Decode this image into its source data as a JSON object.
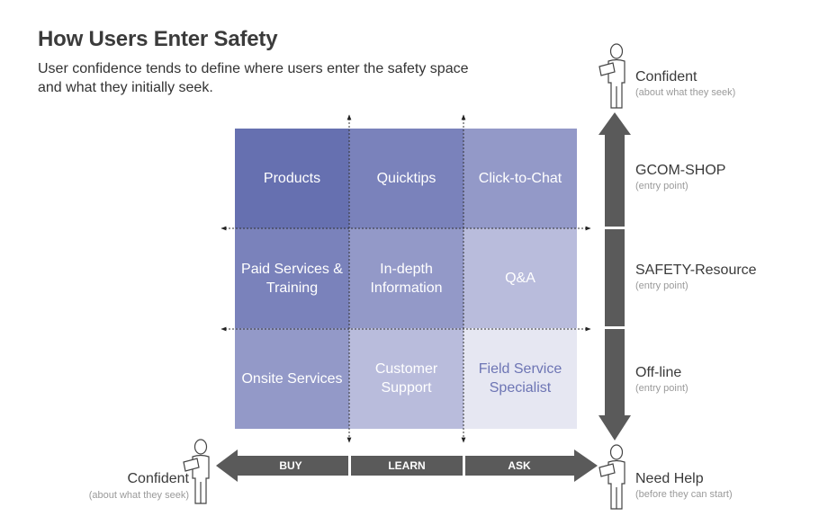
{
  "header": {
    "title": "How Users Enter Safety",
    "subtitle": "User confidence tends to define where users enter the safety space and what they initially seek."
  },
  "grid": {
    "cells": [
      {
        "label": "Products",
        "color": "#6670b0",
        "text_color": "#ffffff"
      },
      {
        "label": "Quicktips",
        "color": "#7a82bb",
        "text_color": "#ffffff"
      },
      {
        "label": "Click-to-Chat",
        "color": "#9399c8",
        "text_color": "#ffffff"
      },
      {
        "label": "Paid Services & Training",
        "color": "#7a82bb",
        "text_color": "#ffffff"
      },
      {
        "label": "In-depth Information",
        "color": "#9399c8",
        "text_color": "#ffffff"
      },
      {
        "label": "Q&A",
        "color": "#b9bcdc",
        "text_color": "#ffffff"
      },
      {
        "label": "Onsite Services",
        "color": "#9399c8",
        "text_color": "#ffffff"
      },
      {
        "label": "Customer Support",
        "color": "#b9bcdc",
        "text_color": "#ffffff"
      },
      {
        "label": "Field Service Specialist",
        "color": "#e6e7f2",
        "text_color": "#6d75b4"
      }
    ]
  },
  "horizontal_axis": {
    "segments": [
      "BUY",
      "LEARN",
      "ASK"
    ],
    "left_end": {
      "label": "Confident",
      "sub": "(about what they seek)"
    },
    "right_end": {
      "label": "Need Help",
      "sub": "(before they can start)"
    },
    "color": "#5a5a5a"
  },
  "vertical_axis": {
    "top_end": {
      "label": "Confident",
      "sub": "(about what they seek)"
    },
    "entries": [
      {
        "label": "GCOM-SHOP",
        "sub": "(entry point)"
      },
      {
        "label": "SAFETY-Resource",
        "sub": "(entry point)"
      },
      {
        "label": "Off-line",
        "sub": "(entry point)"
      }
    ],
    "color": "#5a5a5a"
  },
  "icons": [
    "user-with-laptop-icon"
  ]
}
